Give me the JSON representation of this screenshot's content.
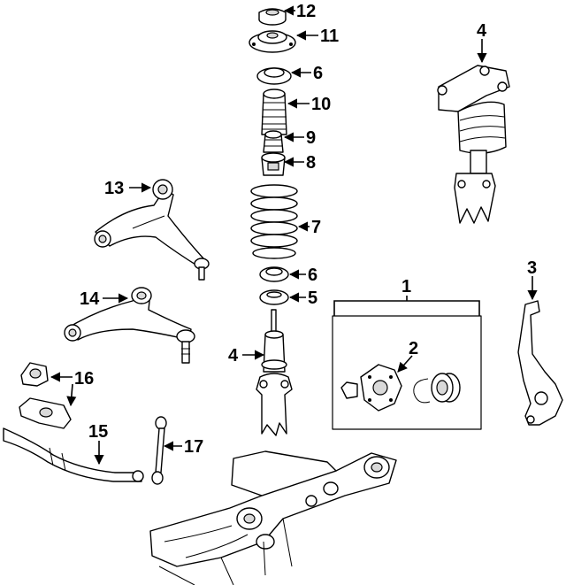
{
  "callouts": {
    "c1": "1",
    "c2": "2",
    "c3": "3",
    "c4_top": "4",
    "c4_mid": "4",
    "c5": "5",
    "c6_top": "6",
    "c6_low": "6",
    "c7": "7",
    "c8": "8",
    "c9": "9",
    "c10": "10",
    "c11": "11",
    "c12": "12",
    "c13": "13",
    "c14": "14",
    "c15": "15",
    "c16": "16",
    "c17": "17"
  }
}
